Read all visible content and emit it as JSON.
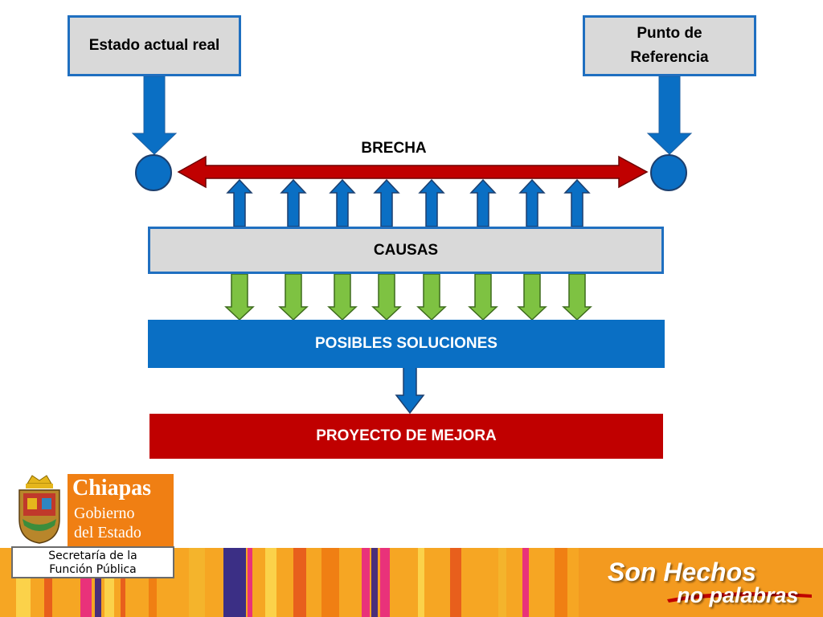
{
  "diagram": {
    "current_state": "Estado actual real",
    "reference_point": "Punto de\nReferencia",
    "gap": "BRECHA",
    "causes": "CAUSAS",
    "solutions": "POSIBLES SOLUCIONES",
    "project": "PROYECTO DE MEJORA"
  },
  "footer": {
    "logo_title": "Chiapas",
    "logo_line1": "Gobierno",
    "logo_line2": "del Estado",
    "department": "Secretaría de la\nFunción Pública",
    "slogan_line1": "Son Hechos",
    "slogan_line2": "no palabras"
  },
  "colors": {
    "blue": "#0a6fc4",
    "red": "#c00000",
    "green": "#7ec242",
    "gray": "#d9d9d9",
    "orange": "#f07f13"
  }
}
